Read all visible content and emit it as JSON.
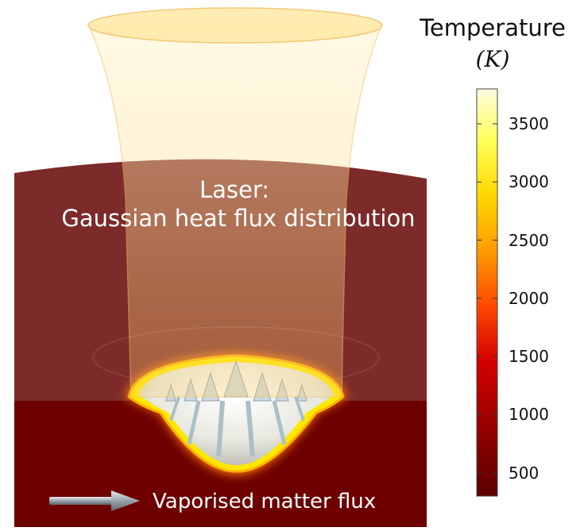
{
  "laser": {
    "title": "Laser:",
    "subtitle": "Gaussian heat flux distribution"
  },
  "vapor": {
    "label": "Vaporised matter flux",
    "icon": "arrow-icon"
  },
  "colorbar": {
    "title": "Temperature",
    "unit": "(K)",
    "min": 300,
    "max": 3800,
    "ticks": [
      3500,
      3000,
      2500,
      2000,
      1500,
      1000,
      500
    ],
    "stops": [
      "#5a0000",
      "#8c0000",
      "#d40000",
      "#ff4a00",
      "#ff9a00",
      "#ffd800",
      "#ffff55",
      "#fffde0"
    ]
  },
  "colors": {
    "substrate_top": "#7c2a2a",
    "substrate_front": "#6e0000",
    "laser_beam": "#ffd97a",
    "melt_pool_glow": "#ffe100"
  }
}
